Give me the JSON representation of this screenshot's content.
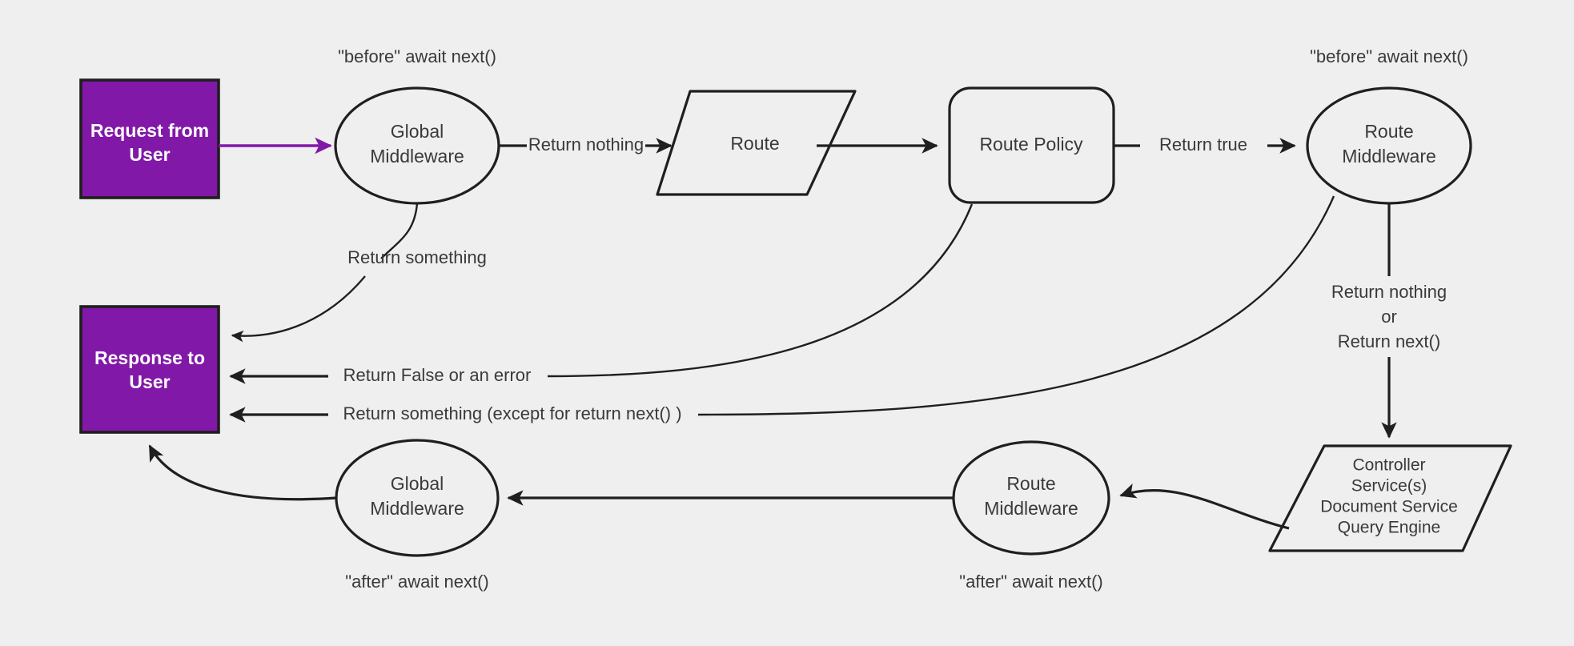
{
  "diagram": {
    "title": "Middleware request/response lifecycle flow",
    "background_color": "#efefef",
    "accent_color": "#8218a8",
    "stroke_color": "#1f1f1f",
    "text_color": "#3a3a3a"
  },
  "nodes": {
    "request_from_user": {
      "label_line1": "Request from",
      "label_line2": "User",
      "shape": "rectangle",
      "fill": "#8218a8"
    },
    "response_to_user": {
      "label_line1": "Response to",
      "label_line2": "User",
      "shape": "rectangle",
      "fill": "#8218a8"
    },
    "global_middleware_top": {
      "label_line1": "Global",
      "label_line2": "Middleware",
      "shape": "ellipse"
    },
    "route": {
      "label": "Route",
      "shape": "parallelogram"
    },
    "route_policy": {
      "label": "Route Policy",
      "shape": "rounded-rectangle"
    },
    "route_middleware_top": {
      "label_line1": "Route",
      "label_line2": "Middleware",
      "shape": "ellipse"
    },
    "controller_stack": {
      "shape": "parallelogram",
      "lines": [
        "Controller",
        "Service(s)",
        "Document Service",
        "Query Engine"
      ]
    },
    "route_middleware_bottom": {
      "label_line1": "Route",
      "label_line2": "Middleware",
      "shape": "ellipse"
    },
    "global_middleware_bottom": {
      "label_line1": "Global",
      "label_line2": "Middleware",
      "shape": "ellipse"
    }
  },
  "annotations": {
    "before_await_next_left": "\"before\" await next()",
    "before_await_next_right": "\"before\" await next()",
    "after_await_next_left": "\"after\" await next()",
    "after_await_next_right": "\"after\" await next()"
  },
  "edge_labels": {
    "return_nothing": "Return nothing",
    "return_true": "Return true",
    "return_something_top": "Return something",
    "return_false_or_error": "Return False or an error",
    "return_something_except": "Return something (except for return next() )",
    "return_nothing_or_next_line1": "Return nothing",
    "return_nothing_or_next_line2": "or",
    "return_nothing_or_next_line3": "Return next()"
  }
}
